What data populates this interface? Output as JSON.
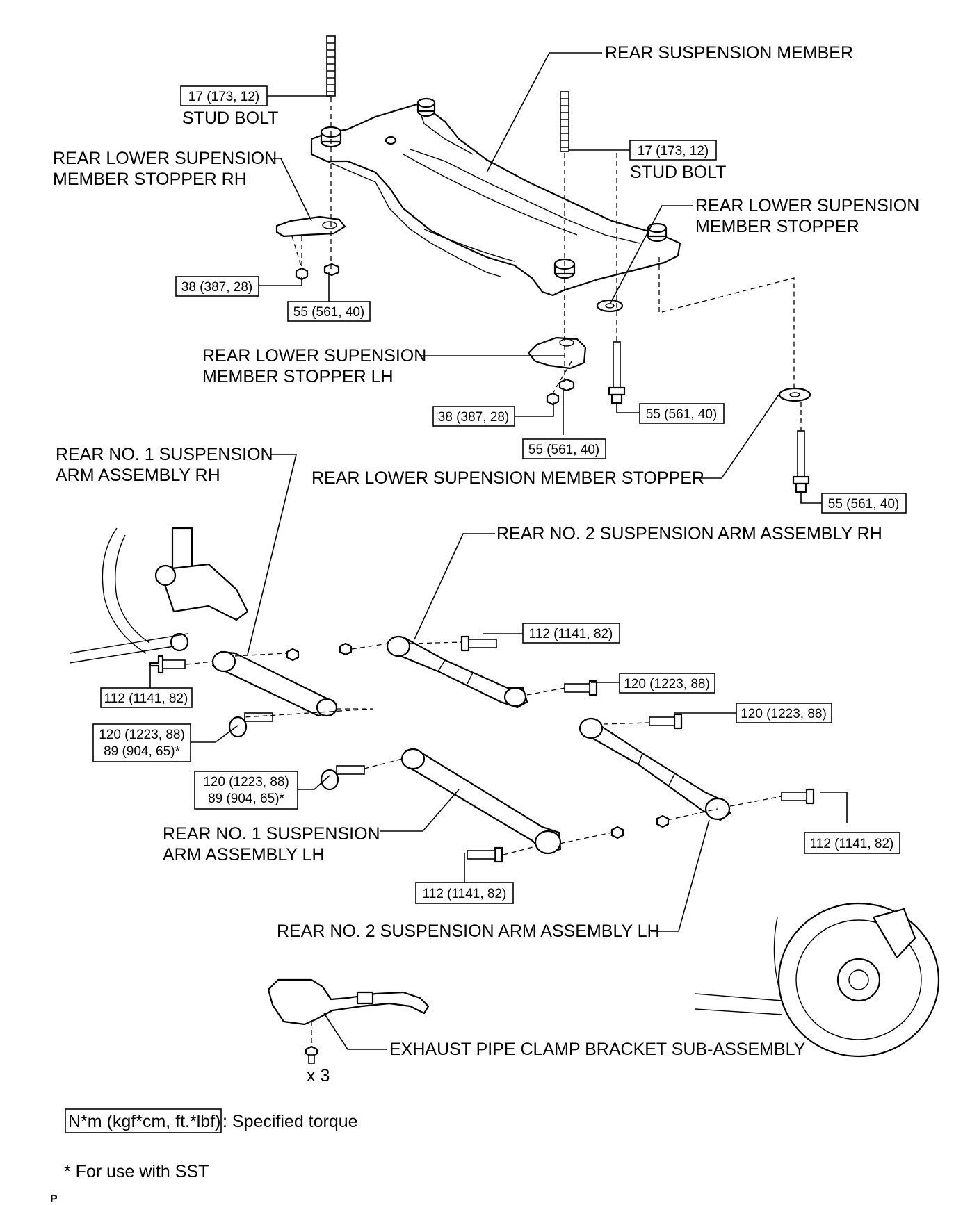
{
  "labels": {
    "rear_suspension_member": "REAR SUSPENSION MEMBER",
    "stud_bolt_left": "STUD BOLT",
    "stud_bolt_right": "STUD BOLT",
    "stopper_rh_l1": "REAR LOWER SUPENSION",
    "stopper_rh_l2": "MEMBER STOPPER RH",
    "stopper_upper_l1": "REAR LOWER SUPENSION",
    "stopper_upper_l2": "MEMBER STOPPER",
    "stopper_lh_l1": "REAR LOWER SUPENSION",
    "stopper_lh_l2": "MEMBER STOPPER LH",
    "stopper_lower": "REAR LOWER SUPENSION MEMBER STOPPER",
    "arm1_rh_l1": "REAR NO. 1 SUSPENSION",
    "arm1_rh_l2": "ARM ASSEMBLY RH",
    "arm2_rh": "REAR NO. 2 SUSPENSION ARM ASSEMBLY RH",
    "arm1_lh_l1": "REAR NO. 1 SUSPENSION",
    "arm1_lh_l2": "ARM ASSEMBLY LH",
    "arm2_lh": "REAR NO. 2 SUSPENSION ARM ASSEMBLY LH",
    "exhaust_bracket": "EXHAUST PIPE CLAMP BRACKET SUB-ASSEMBLY",
    "qty_x3": "x 3"
  },
  "torques": {
    "t17_a": "17 (173, 12)",
    "t17_b": "17 (173, 12)",
    "t38_a": "38 (387, 28)",
    "t38_b": "38 (387, 28)",
    "t55_a": "55 (561, 40)",
    "t55_b": "55 (561, 40)",
    "t55_c": "55 (561, 40)",
    "t55_d": "55 (561, 40)",
    "t112_a": "112 (1141, 82)",
    "t112_b": "112 (1141, 82)",
    "t112_c": "112 (1141, 82)",
    "t112_d": "112 (1141, 82)",
    "t120_a": "120 (1223, 88)",
    "t120_b": "120 (1223, 88)",
    "t120_c_l1": "120 (1223, 88)",
    "t120_c_l2": "89 (904, 65)*",
    "t120_d_l1": "120 (1223, 88)",
    "t120_d_l2": "89 (904, 65)*"
  },
  "legend": {
    "unit_box": "N*m (kgf*cm, ft.*lbf)",
    "unit_desc": ": Specified torque",
    "sst_note": "* For use with SST",
    "corner_mark": "P"
  }
}
